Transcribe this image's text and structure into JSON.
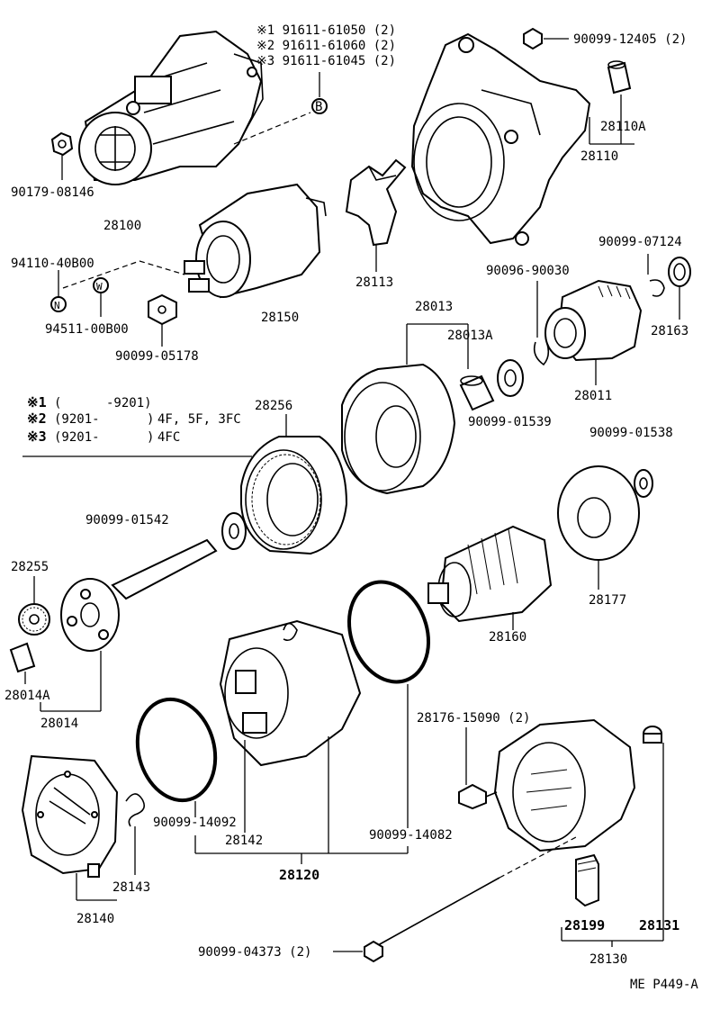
{
  "diagram": {
    "footer_code": "ME  P449-A",
    "legend": {
      "rows": [
        {
          "mark": "※1",
          "open": "(",
          "range": "-9201)",
          "models": ""
        },
        {
          "mark": "※2",
          "open": "(9201-",
          "range": ")",
          "models": "4F, 5F, 3FC"
        },
        {
          "mark": "※3",
          "open": "(9201-",
          "range": ")",
          "models": "4FC"
        }
      ]
    },
    "variant_notes": [
      "※1 91611-61050 (2)",
      "※2 91611-61060 (2)",
      "※3 91611-61045 (2)"
    ],
    "markers": {
      "B": "B",
      "N": "N",
      "W": "W"
    },
    "labels": {
      "p90099_12405": "90099-12405 (2)",
      "p28110A": "28110A",
      "p28110": "28110",
      "p90179_08146": "90179-08146",
      "p28100": "28100",
      "p90099_07124": "90099-07124",
      "p94110_40800": "94110-40B00",
      "p28113": "28113",
      "p90096_90030": "90096-90030",
      "p94511_00800": "94511-00B00",
      "p28150": "28150",
      "p28163": "28163",
      "p28013": "28013",
      "p28013A": "28013A",
      "p90099_05178": "90099-05178",
      "p28011": "28011",
      "p28256": "28256",
      "p90099_01539": "90099-01539",
      "p90099_01538": "90099-01538",
      "p90099_01542": "90099-01542",
      "p28255": "28255",
      "p28177": "28177",
      "p28160": "28160",
      "p28014A": "28014A",
      "p28014": "28014",
      "p28176_15090": "28176-15090 (2)",
      "p90099_14092a": "90099-14092",
      "p28142": "28142",
      "p90099_14082": "90099-14082",
      "p28120": "28120",
      "p28143": "28143",
      "p28140": "28140",
      "p28199": "28199",
      "p28131": "28131",
      "p28130": "28130",
      "p90099_04373": "90099-04373 (2)"
    }
  }
}
